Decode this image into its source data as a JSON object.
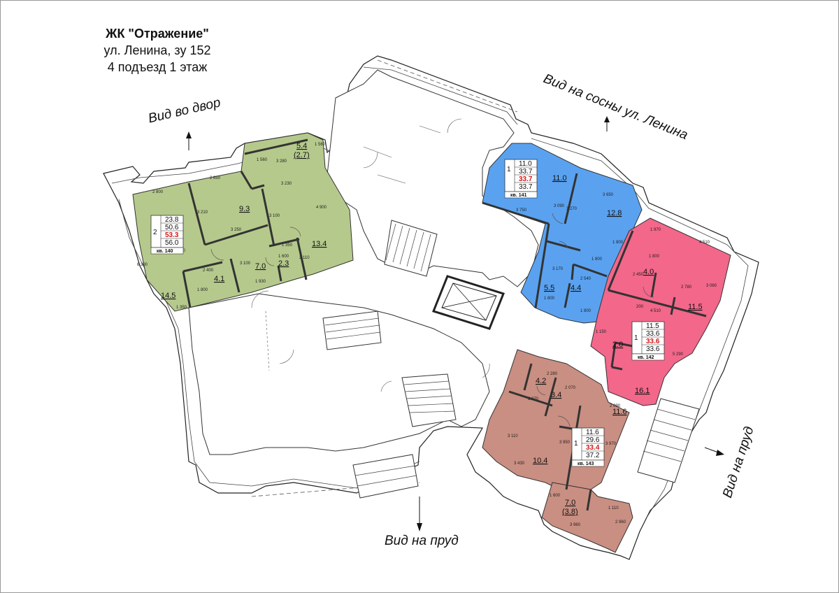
{
  "header": {
    "complex_name": "ЖК \"Отражение\"",
    "address": "ул. Ленина, зу 152",
    "section_floor": "4 подъезд 1 этаж"
  },
  "views": {
    "yard": "Вид во двор",
    "pines": "Вид на сосны ул. Ленина",
    "pond_right": "Вид на пруд",
    "pond_bottom": "Вид на пруд"
  },
  "colors": {
    "apt140": "#b5c98c",
    "apt141": "#5aa2f0",
    "apt142": "#f2678a",
    "apt143": "#c98f82"
  },
  "apartments": [
    {
      "id": "140",
      "rooms": "2",
      "values": [
        "23.8",
        "50.6",
        "53.3",
        "56.0"
      ],
      "label": "кв. 140",
      "room_areas": [
        "9.3",
        "13.4",
        "7.0",
        "2.3",
        "4.1",
        "14.5",
        "5.4",
        "(2.7)"
      ]
    },
    {
      "id": "141",
      "rooms": "1",
      "values": [
        "11.0",
        "33.7",
        "33.7",
        "33.7"
      ],
      "label": "кв. 141",
      "room_areas": [
        "11.0",
        "12.8",
        "5.5",
        "4.4"
      ]
    },
    {
      "id": "142",
      "rooms": "1",
      "values": [
        "11.5",
        "33.6",
        "33.6",
        "33.6"
      ],
      "label": "кв. 142",
      "room_areas": [
        "4.0",
        "11.5",
        "2.0",
        "16.1"
      ]
    },
    {
      "id": "143",
      "rooms": "1",
      "values": [
        "11.6",
        "29.6",
        "33.4",
        "37.2"
      ],
      "label": "кв. 143",
      "room_areas": [
        "4.2",
        "3.4",
        "11.6",
        "10.4",
        "7.0",
        "(3.8)"
      ]
    }
  ],
  "dimensions": {
    "apt140": [
      "2 800",
      "2 650",
      "3 230",
      "3 280",
      "3 250",
      "3 210",
      "3 100",
      "4 900",
      "4 450",
      "2 400",
      "3 100",
      "1 600",
      "1 350",
      "2 110",
      "1 930",
      "1 350",
      "1 800",
      "1 560",
      "1 560",
      "6 300"
    ],
    "apt141": [
      "3 750",
      "3 090",
      "3 270",
      "3 650",
      "1 800",
      "1 800",
      "3 170",
      "2 540",
      "1 800",
      "1 800"
    ],
    "apt142": [
      "1 970",
      "1 800",
      "4 510",
      "2 450",
      "2 780",
      "3 060",
      "4 510",
      "1 150",
      "200",
      "5 290"
    ],
    "apt143": [
      "2 070",
      "2 070",
      "2 280",
      "2 090",
      "3 110",
      "3 430",
      "3 970",
      "3 950",
      "1 600",
      "1 110",
      "2 960",
      "3 960"
    ]
  }
}
